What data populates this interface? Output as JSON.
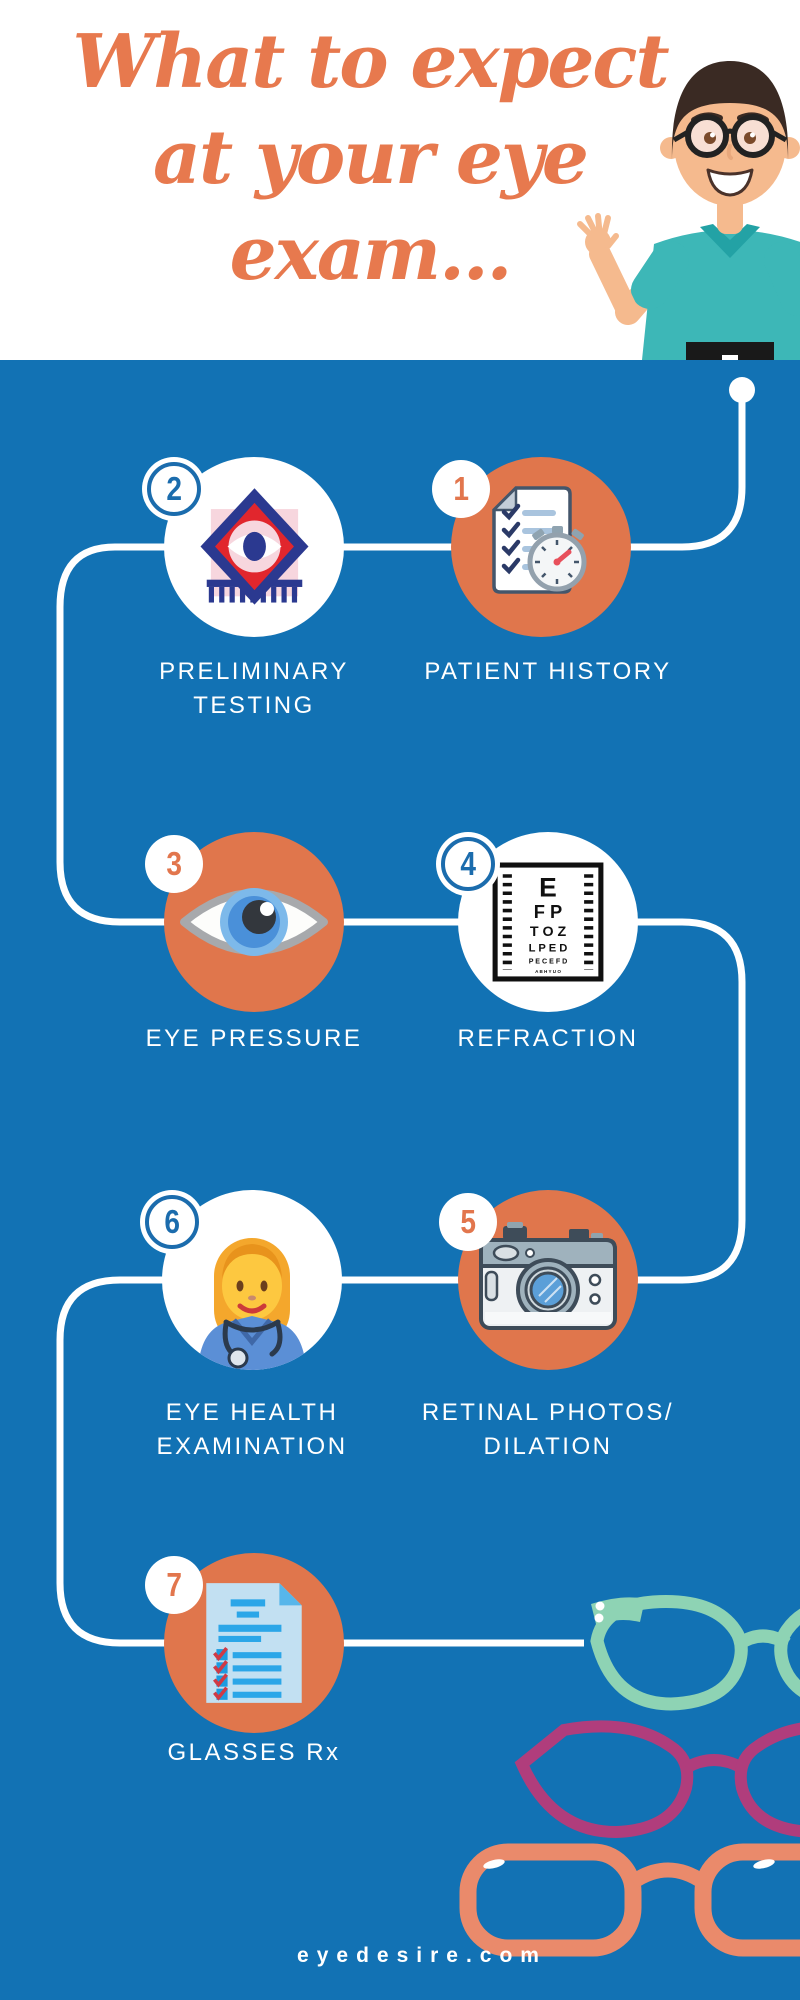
{
  "header": {
    "title_lines": [
      "What to expect",
      "at your eye",
      "exam..."
    ]
  },
  "steps": [
    {
      "number": "1",
      "label": "PATIENT HISTORY",
      "icon": "checklist-stopwatch",
      "circle_style": "orange"
    },
    {
      "number": "2",
      "label": "PRELIMINARY TESTING",
      "icon": "eye-diamond-ruler",
      "circle_style": "white"
    },
    {
      "number": "3",
      "label": "EYE PRESSURE",
      "icon": "eye",
      "circle_style": "orange"
    },
    {
      "number": "4",
      "label": "REFRACTION",
      "icon": "eye-chart",
      "circle_style": "white",
      "chart_rows": [
        "E",
        "F P",
        "T O Z",
        "L P E D",
        "P E C E F D",
        "A B H Y U O"
      ]
    },
    {
      "number": "5",
      "label": "RETINAL PHOTOS/ DILATION",
      "icon": "camera",
      "circle_style": "orange"
    },
    {
      "number": "6",
      "label": "EYE HEALTH EXAMINATION",
      "icon": "female-doctor",
      "circle_style": "white"
    },
    {
      "number": "7",
      "label": "GLASSES Rx",
      "icon": "prescription-checklist",
      "circle_style": "orange"
    }
  ],
  "footer": {
    "website": "eyedesire.com"
  },
  "colors": {
    "background_blue": "#1272b4",
    "circle_orange": "#e0764c",
    "title_orange": "#e7794e",
    "badge_number_blue": "#1b6cad",
    "badge_number_orange": "#e2764d",
    "path_white": "#ffffff",
    "glasses_teal": "#8ed3b4",
    "glasses_magenta": "#b03d7c",
    "glasses_salmon": "#ea8a6b"
  }
}
